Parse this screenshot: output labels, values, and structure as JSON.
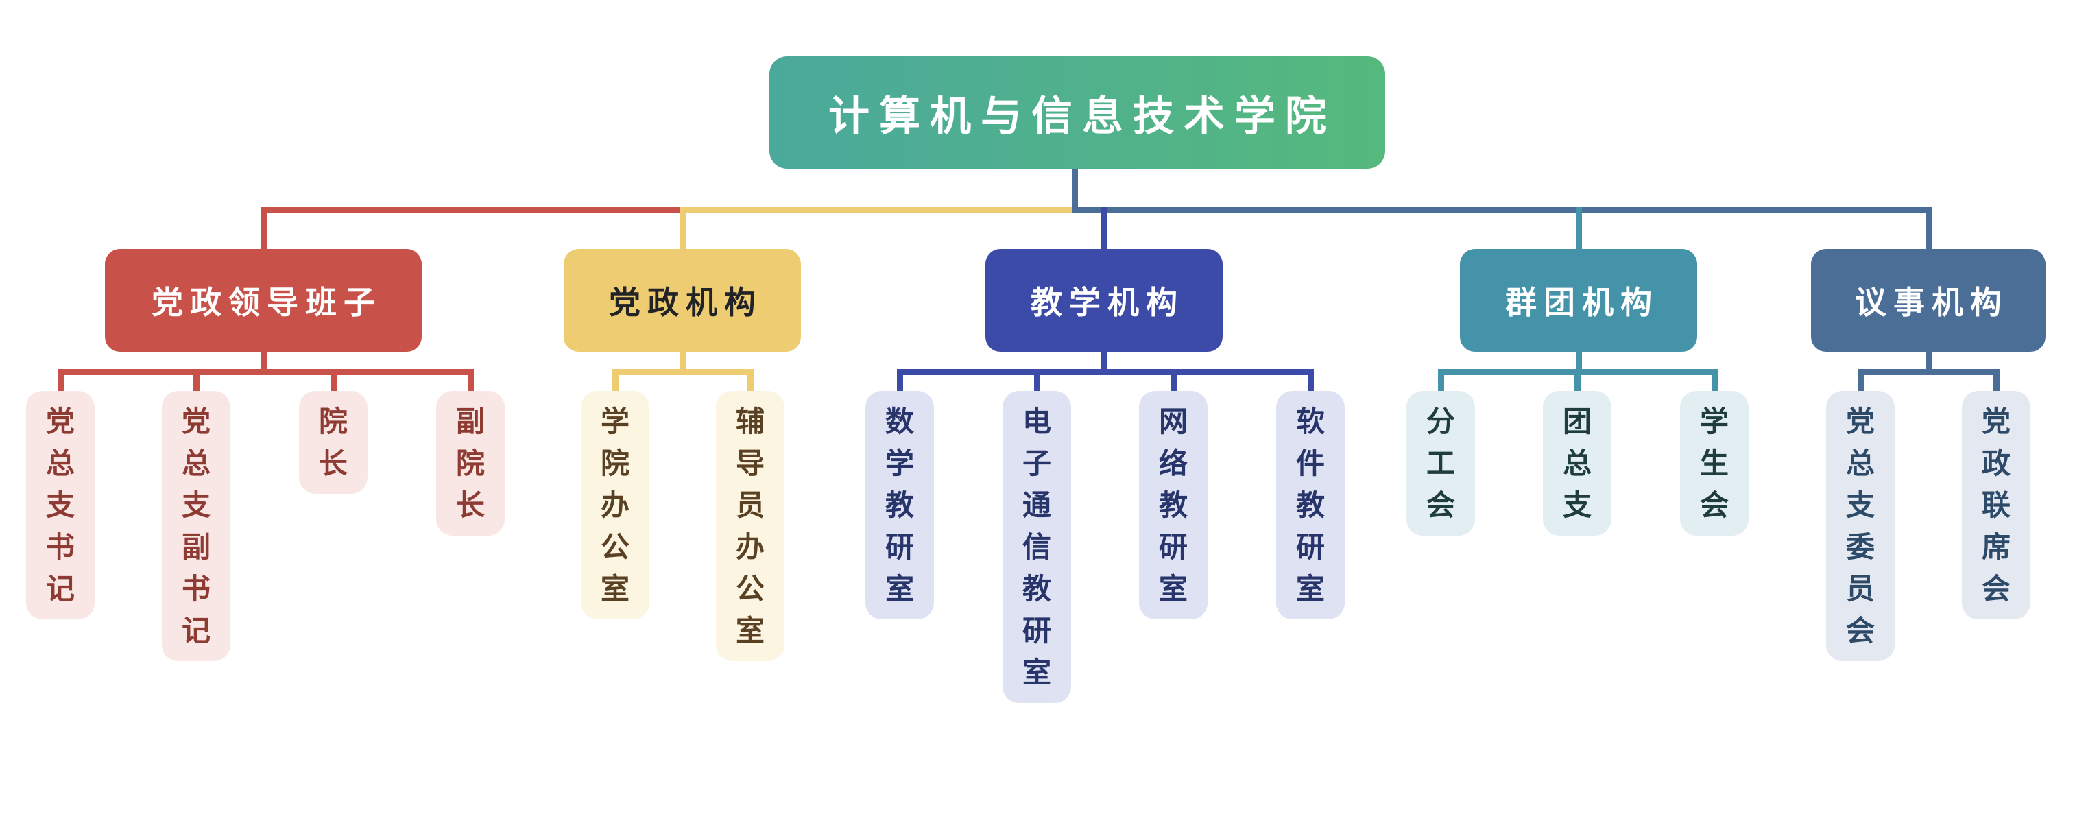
{
  "root": {
    "label": "计算机与信息技术学院",
    "gradient_start": "#4BA99B",
    "gradient_end": "#55B97D",
    "text_color": "#FFFFFF"
  },
  "branches": [
    {
      "label": "党政领导班子",
      "color": "#C8514A",
      "node_text_color": "#FFFFFF",
      "leaf_bg": "#F8E7E4",
      "leaf_text_color": "#8E3B33",
      "children": [
        {
          "label": "党总支书记"
        },
        {
          "label": "党总支副书记"
        },
        {
          "label": "院长"
        },
        {
          "label": "副院长"
        }
      ]
    },
    {
      "label": "党政机构",
      "color": "#EECD72",
      "node_text_color": "#222326",
      "leaf_bg": "#FBF5E1",
      "leaf_text_color": "#5B4123",
      "children": [
        {
          "label": "学院办公室"
        },
        {
          "label": "辅导员办公室"
        }
      ]
    },
    {
      "label": "教学机构",
      "color": "#3C4BA7",
      "node_text_color": "#FFFFFF",
      "leaf_bg": "#DEE2F3",
      "leaf_text_color": "#28356B",
      "children": [
        {
          "label": "数学教研室"
        },
        {
          "label": "电子通信教研室"
        },
        {
          "label": "网络教研室"
        },
        {
          "label": "软件教研室"
        }
      ]
    },
    {
      "label": "群团机构",
      "color": "#4493A9",
      "node_text_color": "#FFFFFF",
      "leaf_bg": "#E3EEF3",
      "leaf_text_color": "#1F3D3A",
      "children": [
        {
          "label": "分工会"
        },
        {
          "label": "团总支"
        },
        {
          "label": "学生会"
        }
      ]
    },
    {
      "label": "议事机构",
      "color": "#4B6E96",
      "node_text_color": "#FFFFFF",
      "leaf_bg": "#E4E8F0",
      "leaf_text_color": "#2D4A69",
      "children": [
        {
          "label": "党总支委员会"
        },
        {
          "label": "党政联席会"
        }
      ]
    }
  ]
}
